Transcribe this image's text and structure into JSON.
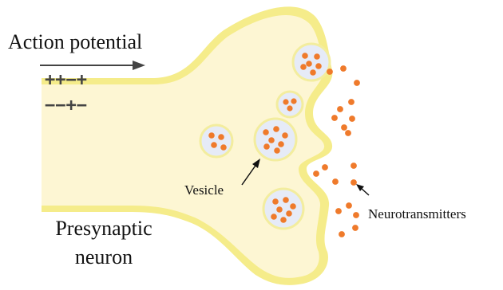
{
  "labels": {
    "action_potential": "Action potential",
    "presynaptic_neuron": "Presynaptic neuron",
    "presynaptic_line1": "Presynaptic",
    "presynaptic_line2": "neuron",
    "vesicle": "Vesicle",
    "neurotransmitters": "Neurotransmitters"
  },
  "charges": {
    "top": "++−+",
    "bottom": "−−+−"
  },
  "colors": {
    "membrane": "#f5ec8a",
    "cytoplasm": "#fdf6d3",
    "vesicle_fill": "#e6ebf7",
    "vesicle_stroke": "#f3ed9e",
    "neurotransmitter": "#ef7a2b",
    "arrow": "#444444",
    "text": "#111111"
  }
}
